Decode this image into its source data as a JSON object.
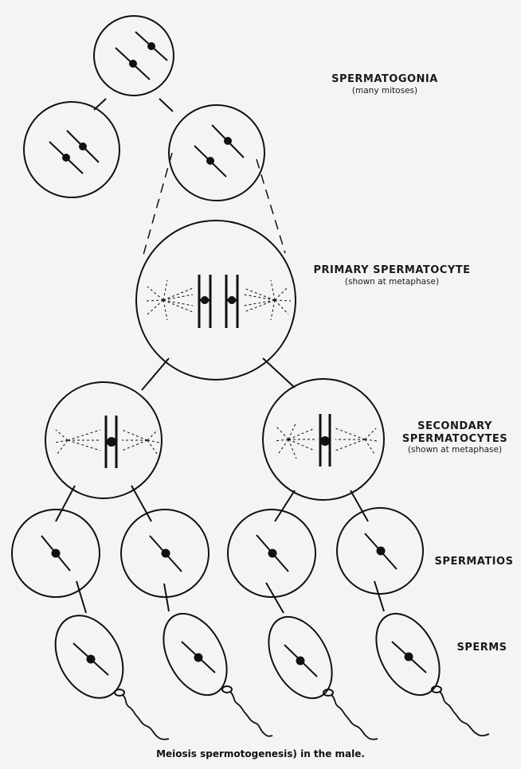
{
  "labels": {
    "spermatogonia": {
      "main": "SPERMATOGONIA",
      "sub": "(many mitoses)"
    },
    "primary": {
      "main": "PRIMARY SPERMATOCYTE",
      "sub": "(shown at metaphase)"
    },
    "secondary": {
      "main1": "SECONDARY",
      "main2": "SPERMATOCYTES",
      "sub": "(shown at metaphase)"
    },
    "spermatids": {
      "main": "SPERMATIOS"
    },
    "sperms": {
      "main": "SPERMS"
    }
  },
  "caption": "Meiosis  spermotogenesis) in the male."
}
